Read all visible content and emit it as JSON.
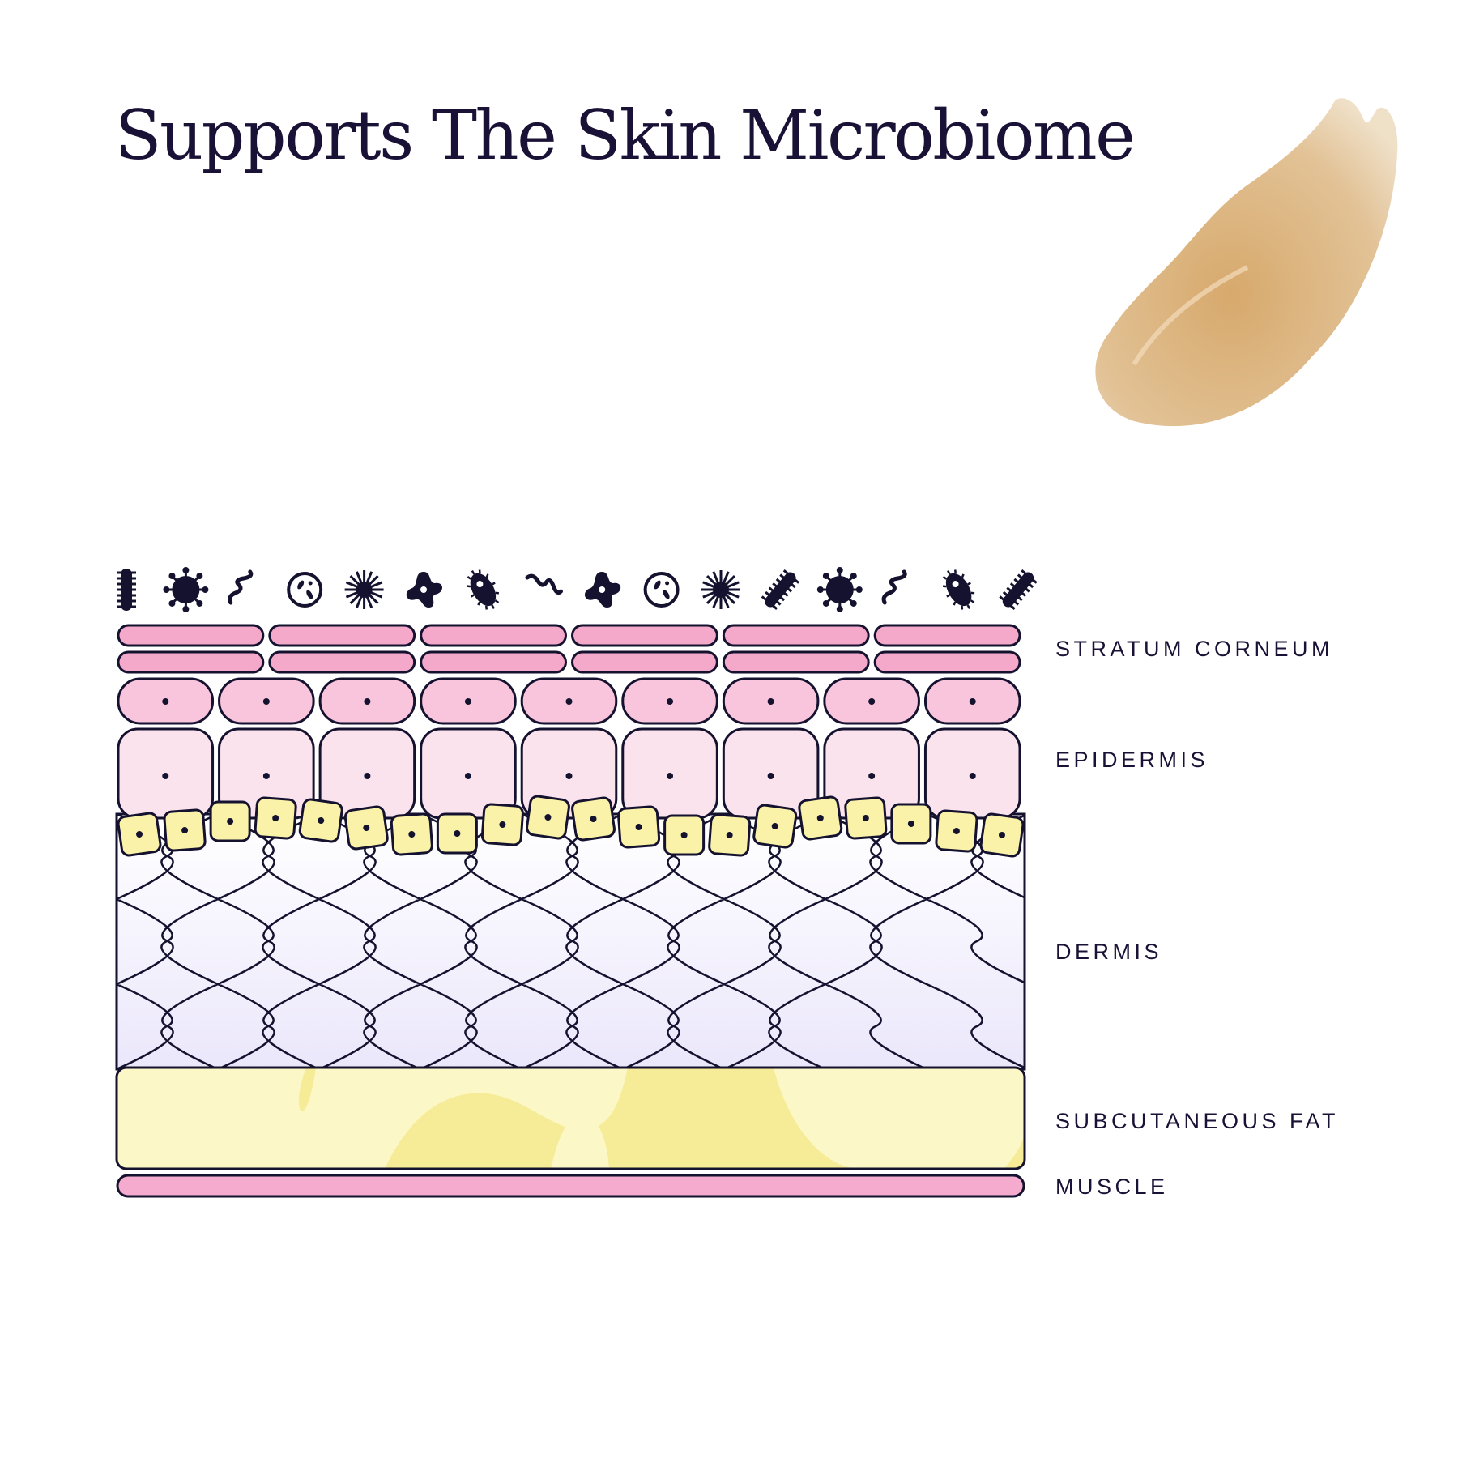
{
  "title": "Supports The Skin Microbiome",
  "layers": {
    "stratum_corneum": "STRATUM CORNEUM",
    "epidermis": "EPIDERMIS",
    "dermis": "DERMIS",
    "subcutaneous_fat": "SUBCUTANEOUS FAT",
    "muscle": "MUSCLE"
  },
  "microbes": [
    "rod-bacterium",
    "virus",
    "spirillum",
    "cell",
    "spiky-cell",
    "amoeba",
    "ciliated-bacterium",
    "spirillum",
    "amoeba",
    "cell",
    "spiky-cell",
    "rod-bacterium",
    "virus",
    "spirillum",
    "ciliated-bacterium",
    "rod-bacterium"
  ],
  "colors": {
    "outline": "#14122f",
    "stratum": "#f4a9cb",
    "granular": "#f8c5dc",
    "spinous": "#fbe3ee",
    "basal": "#f9f2a8",
    "dermis_top": "#ffffff",
    "dermis_bottom": "#ebe7fb",
    "fat_light": "#fbf7c6",
    "fat_dark": "#f6eb96",
    "muscle": "#f4abcd",
    "smear": "#dcb684"
  }
}
